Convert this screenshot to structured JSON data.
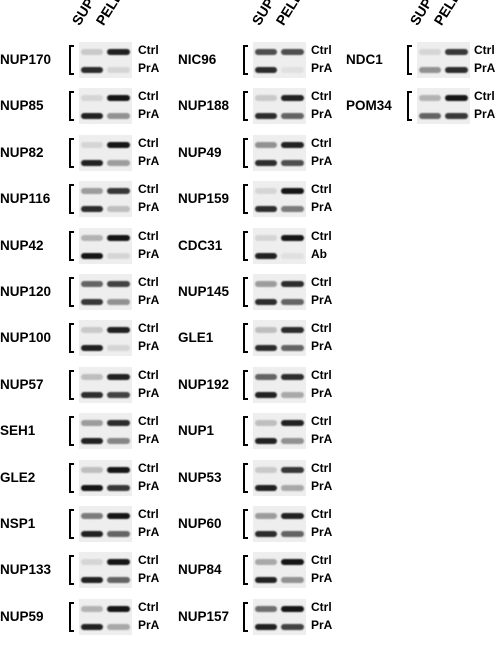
{
  "column_headers": {
    "sup": "SUP",
    "pell": "PELL"
  },
  "columns": [
    {
      "panels": [
        {
          "protein": "NUP170",
          "c1": "Ctrl",
          "c2": "PrA",
          "c1_sup": 0.15,
          "c1_pell": 0.9,
          "c2_sup": 0.85,
          "c2_pell": 0.1
        },
        {
          "protein": "NUP85",
          "c1": "Ctrl",
          "c2": "PrA",
          "c1_sup": 0.1,
          "c1_pell": 0.95,
          "c2_sup": 0.9,
          "c2_pell": 0.4
        },
        {
          "protein": "NUP82",
          "c1": "Ctrl",
          "c2": "PrA",
          "c1_sup": 0.1,
          "c1_pell": 0.95,
          "c2_sup": 0.9,
          "c2_pell": 0.35
        },
        {
          "protein": "NUP116",
          "c1": "Ctrl",
          "c2": "PrA",
          "c1_sup": 0.35,
          "c1_pell": 0.8,
          "c2_sup": 0.85,
          "c2_pell": 0.2
        },
        {
          "protein": "NUP42",
          "c1": "Ctrl",
          "c2": "PrA",
          "c1_sup": 0.25,
          "c1_pell": 0.95,
          "c2_sup": 0.95,
          "c2_pell": 0.1
        },
        {
          "protein": "NUP120",
          "c1": "Ctrl",
          "c2": "PrA",
          "c1_sup": 0.6,
          "c1_pell": 0.75,
          "c2_sup": 0.8,
          "c2_pell": 0.4
        },
        {
          "protein": "NUP100",
          "c1": "Ctrl",
          "c2": "PrA",
          "c1_sup": 0.15,
          "c1_pell": 0.9,
          "c2_sup": 0.9,
          "c2_pell": 0.1
        },
        {
          "protein": "NUP57",
          "c1": "Ctrl",
          "c2": "PrA",
          "c1_sup": 0.2,
          "c1_pell": 0.9,
          "c2_sup": 0.85,
          "c2_pell": 0.75
        },
        {
          "protein": "SEH1",
          "c1": "Ctrl",
          "c2": "PrA",
          "c1_sup": 0.35,
          "c1_pell": 0.85,
          "c2_sup": 0.9,
          "c2_pell": 0.45
        },
        {
          "protein": "GLE2",
          "c1": "Ctrl",
          "c2": "PrA",
          "c1_sup": 0.2,
          "c1_pell": 0.95,
          "c2_sup": 0.95,
          "c2_pell": 0.8
        },
        {
          "protein": "NSP1",
          "c1": "Ctrl",
          "c2": "PrA",
          "c1_sup": 0.5,
          "c1_pell": 0.95,
          "c2_sup": 0.9,
          "c2_pell": 0.6
        },
        {
          "protein": "NUP133",
          "c1": "Ctrl",
          "c2": "PrA",
          "c1_sup": 0.1,
          "c1_pell": 0.95,
          "c2_sup": 0.9,
          "c2_pell": 0.6
        },
        {
          "protein": "NUP59",
          "c1": "Ctrl",
          "c2": "PrA",
          "c1_sup": 0.25,
          "c1_pell": 0.95,
          "c2_sup": 0.9,
          "c2_pell": 0.3
        }
      ]
    },
    {
      "panels": [
        {
          "protein": "NIC96",
          "c1": "Ctrl",
          "c2": "PrA",
          "c1_sup": 0.7,
          "c1_pell": 0.7,
          "c2_sup": 0.85,
          "c2_pell": 0.05
        },
        {
          "protein": "NUP188",
          "c1": "Ctrl",
          "c2": "PrA",
          "c1_sup": 0.15,
          "c1_pell": 0.9,
          "c2_sup": 0.85,
          "c2_pell": 0.6
        },
        {
          "protein": "NUP49",
          "c1": "Ctrl",
          "c2": "PrA",
          "c1_sup": 0.4,
          "c1_pell": 0.9,
          "c2_sup": 0.85,
          "c2_pell": 0.7
        },
        {
          "protein": "NUP159",
          "c1": "Ctrl",
          "c2": "PrA",
          "c1_sup": 0.1,
          "c1_pell": 0.95,
          "c2_sup": 0.85,
          "c2_pell": 0.5
        },
        {
          "protein": "CDC31",
          "c1": "Ctrl",
          "c2": "Ab",
          "c1_sup": 0.1,
          "c1_pell": 0.95,
          "c2_sup": 0.9,
          "c2_pell": 0.05
        },
        {
          "protein": "NUP145",
          "c1": "Ctrl",
          "c2": "PrA",
          "c1_sup": 0.35,
          "c1_pell": 0.85,
          "c2_sup": 0.85,
          "c2_pell": 0.6
        },
        {
          "protein": "GLE1",
          "c1": "Ctrl",
          "c2": "PrA",
          "c1_sup": 0.2,
          "c1_pell": 0.85,
          "c2_sup": 0.85,
          "c2_pell": 0.6
        },
        {
          "protein": "NUP192",
          "c1": "Ctrl",
          "c2": "PrA",
          "c1_sup": 0.6,
          "c1_pell": 0.85,
          "c2_sup": 0.9,
          "c2_pell": 0.3
        },
        {
          "protein": "NUP1",
          "c1": "Ctrl",
          "c2": "PrA",
          "c1_sup": 0.2,
          "c1_pell": 0.9,
          "c2_sup": 0.9,
          "c2_pell": 0.4
        },
        {
          "protein": "NUP53",
          "c1": "Ctrl",
          "c2": "PrA",
          "c1_sup": 0.15,
          "c1_pell": 0.8,
          "c2_sup": 0.9,
          "c2_pell": 0.3
        },
        {
          "protein": "NUP60",
          "c1": "Ctrl",
          "c2": "PrA",
          "c1_sup": 0.35,
          "c1_pell": 0.9,
          "c2_sup": 0.85,
          "c2_pell": 0.6
        },
        {
          "protein": "NUP84",
          "c1": "Ctrl",
          "c2": "PrA",
          "c1_sup": 0.3,
          "c1_pell": 0.95,
          "c2_sup": 0.9,
          "c2_pell": 0.4
        },
        {
          "protein": "NUP157",
          "c1": "Ctrl",
          "c2": "PrA",
          "c1_sup": 0.55,
          "c1_pell": 0.95,
          "c2_sup": 0.9,
          "c2_pell": 0.75
        }
      ]
    },
    {
      "panels": [
        {
          "protein": "NDC1",
          "c1": "Ctrl",
          "c2": "PrA",
          "c1_sup": 0.1,
          "c1_pell": 0.8,
          "c2_sup": 0.4,
          "c2_pell": 0.85
        },
        {
          "protein": "POM34",
          "c1": "Ctrl",
          "c2": "PrA",
          "c1_sup": 0.25,
          "c1_pell": 0.95,
          "c2_sup": 0.6,
          "c2_pell": 0.8
        }
      ]
    }
  ]
}
